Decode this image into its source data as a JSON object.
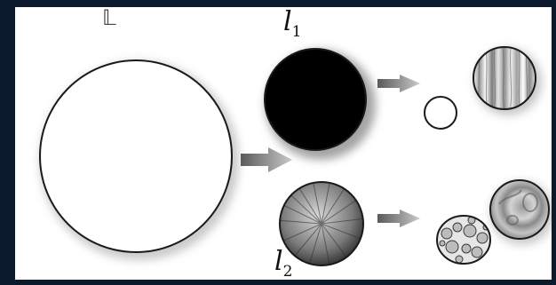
{
  "labels": {
    "big_set": "𝕃",
    "l1_base": "l",
    "l1_sub": "1",
    "l2_base": "l",
    "l2_sub": "2"
  },
  "colors": {
    "background": "#0c1a2e",
    "panel": "#ffffff",
    "arrow": "#8a8a8a",
    "outline": "#1a1a1a",
    "dark_disc": "#000000"
  }
}
